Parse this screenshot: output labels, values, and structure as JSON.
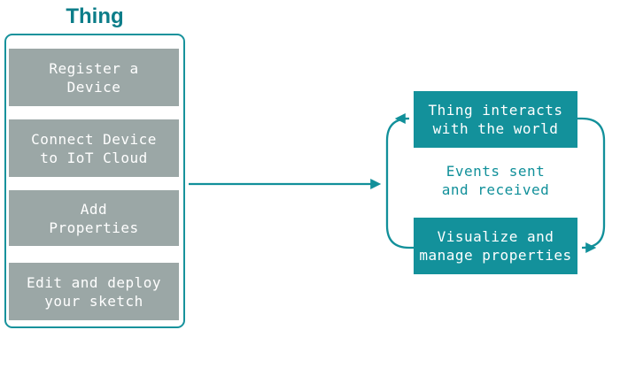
{
  "colors": {
    "title_teal": "#0c7d89",
    "line_teal": "#11909a",
    "cycle_box_teal": "#13919b",
    "step_gray": "#9ba7a6",
    "box_text": "#ffffff"
  },
  "left_panel": {
    "title": "Thing",
    "steps": [
      {
        "label": "Register a\nDevice"
      },
      {
        "label": "Connect Device\nto IoT Cloud"
      },
      {
        "label": "Add\nProperties"
      },
      {
        "label": "Edit and deploy\nyour sketch"
      }
    ]
  },
  "cycle": {
    "top_box_label": "Thing interacts\nwith the world",
    "middle_label": "Events sent\nand received",
    "bottom_box_label": "Visualize and\nmanage properties"
  }
}
